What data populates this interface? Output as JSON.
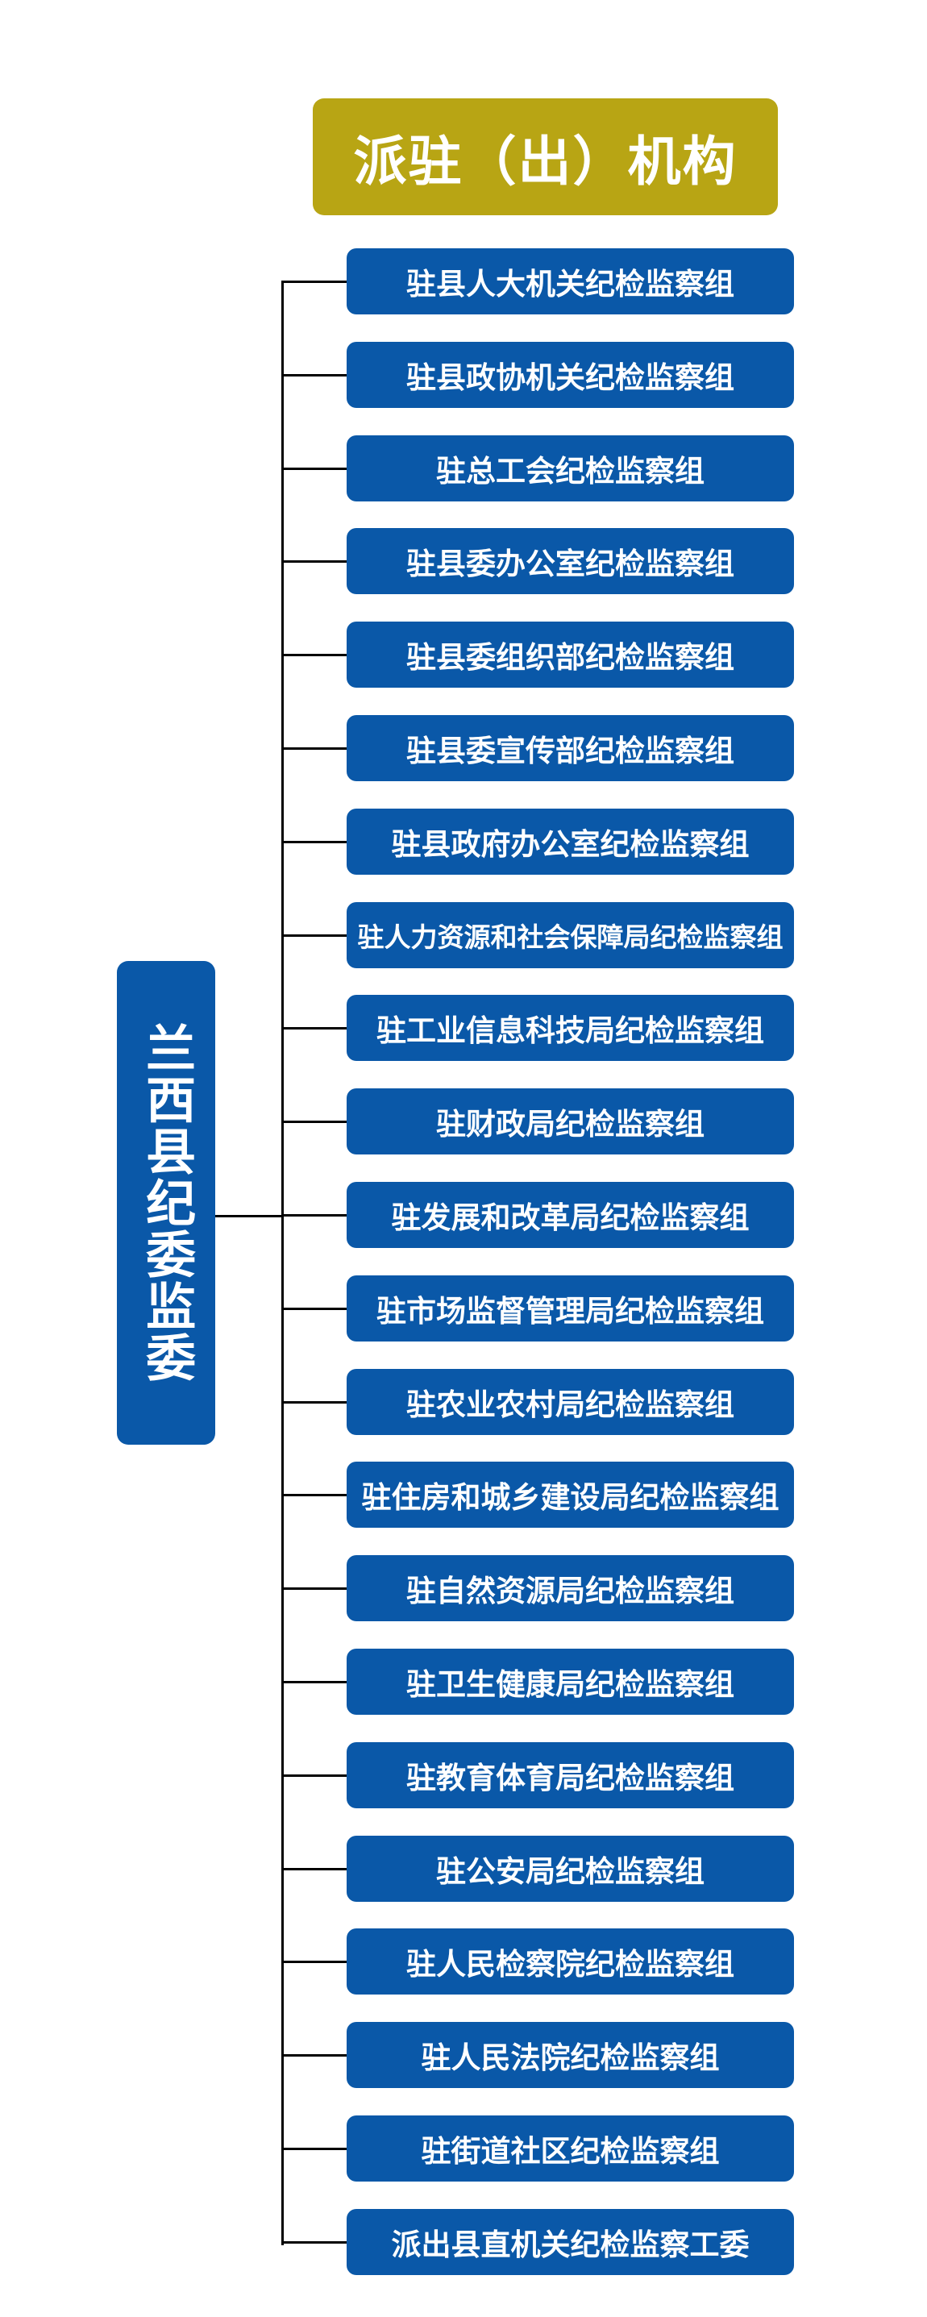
{
  "title": "派驻（出）机构",
  "root": "兰西县纪委监委",
  "units": [
    "驻县人大机关纪检监察组",
    "驻县政协机关纪检监察组",
    "驻总工会纪检监察组",
    "驻县委办公室纪检监察组",
    "驻县委组织部纪检监察组",
    "驻县委宣传部纪检监察组",
    "驻县政府办公室纪检监察组",
    "驻人力资源和社会保障局纪检监察组",
    "驻工业信息科技局纪检监察组",
    "驻财政局纪检监察组",
    "驻发展和改革局纪检监察组",
    "驻市场监督管理局纪检监察组",
    "驻农业农村局纪检监察组",
    "驻住房和城乡建设局纪检监察组",
    "驻自然资源局纪检监察组",
    "驻卫生健康局纪检监察组",
    "驻教育体育局纪检监察组",
    "驻公安局纪检监察组",
    "驻人民检察院纪检监察组",
    "驻人民法院纪检监察组",
    "驻街道社区纪检监察组",
    "派出县直机关纪检监察工委"
  ]
}
